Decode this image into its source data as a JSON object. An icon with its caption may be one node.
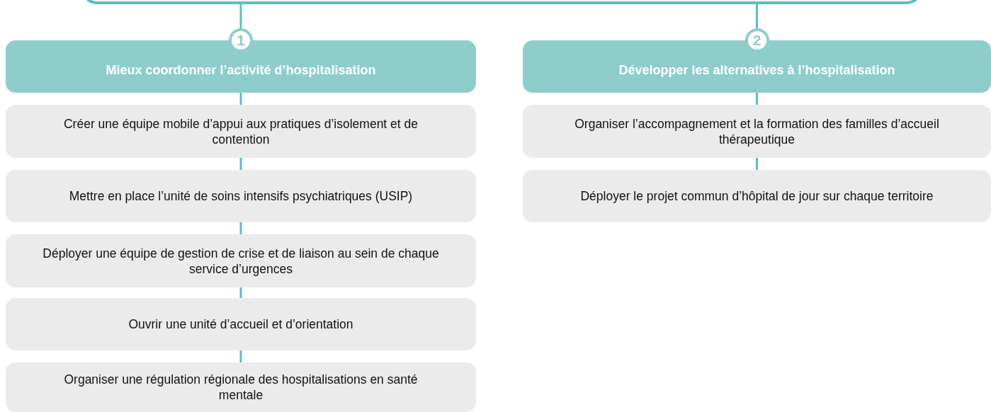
{
  "diagram": {
    "nodes": [
      {
        "text": [],
        "shape": "box"
      },
      {
        "text": [
          "1",
          "Mieux coordonner l’activité d’hospitalisation"
        ]
      },
      {
        "text": [
          "Créer une équipe mobile d’appui aux pratiques d’isolement et de contention"
        ]
      },
      {
        "text": [
          "Mettre en place l’unité de soins intensifs psychiatriques (USIP)"
        ]
      },
      {
        "text": [
          "Déployer une équipe de gestion de crise et de liaison au sein de chaque service d’urgences"
        ]
      },
      {
        "text": [
          "Ouvrir une unité d’accueil et d’orientation"
        ]
      },
      {
        "text": [
          "Organiser une régulation régionale des hospitalisations en santé mentale"
        ]
      },
      {
        "text": [
          "2",
          "Développer les alternatives à l’hospitalisation"
        ]
      },
      {
        "text": [
          "Organiser l’accompagnement et la formation des familles d’accueil thérapeutique"
        ]
      },
      {
        "text": [
          "Déployer le projet commun d’hôpital de jour sur chaque territoire"
        ]
      }
    ],
    "edges": [
      {
        "from": 0,
        "to": 1,
        "arrow": "none"
      },
      {
        "from": 1,
        "to": 2,
        "arrow": "none"
      },
      {
        "from": 2,
        "to": 3,
        "arrow": "none"
      },
      {
        "from": 3,
        "to": 4,
        "arrow": "none"
      },
      {
        "from": 4,
        "to": 5,
        "arrow": "none"
      },
      {
        "from": 5,
        "to": 6,
        "arrow": "none"
      },
      {
        "from": 0,
        "to": 7,
        "arrow": "none"
      },
      {
        "from": 7,
        "to": 8,
        "arrow": "none"
      },
      {
        "from": 8,
        "to": 9,
        "arrow": "none"
      }
    ]
  }
}
